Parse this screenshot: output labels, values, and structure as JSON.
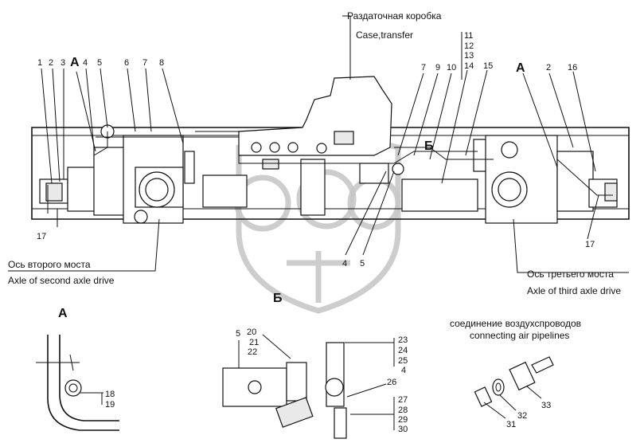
{
  "labels": {
    "transfer_case_ru": "Раздаточная коробка",
    "transfer_case_en": "Case,transfer",
    "second_axle_ru": "Ось второго моста",
    "second_axle_en": "Axle of second axle drive",
    "third_axle_ru": "Ось третьего моста",
    "third_axle_en": "Axle of third axle drive",
    "connect_ru": "соединение воздухспроводов",
    "connect_en": "connecting air pipelines",
    "view_a": "А",
    "view_b": "Б"
  },
  "callouts": {
    "c1": "1",
    "c2": "2",
    "c3": "3",
    "c4": "4",
    "c5": "5",
    "c6": "6",
    "c7": "7",
    "c8": "8",
    "c7r": "7",
    "c9": "9",
    "c10": "10",
    "c11": "11",
    "c12": "12",
    "c13": "13",
    "c14": "14",
    "c15": "15",
    "c2r": "2",
    "c16": "16",
    "c17l": "17",
    "c17r": "17",
    "c4m": "4",
    "c5m": "5",
    "c18": "18",
    "c19": "19",
    "c5d": "5",
    "c20": "20",
    "c21": "21",
    "c22": "22",
    "c23": "23",
    "c24": "24",
    "c25": "25",
    "c4d": "4",
    "c26": "26",
    "c27": "27",
    "c28": "28",
    "c29": "29",
    "c30": "30",
    "c31": "31",
    "c32": "32",
    "c33": "33"
  }
}
